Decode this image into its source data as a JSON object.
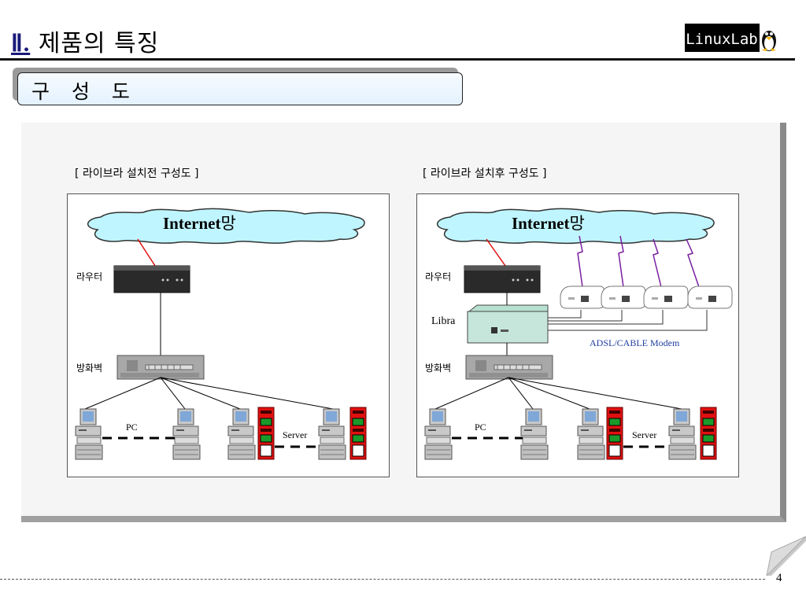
{
  "header": {
    "section_number": "Ⅱ.",
    "title": "제품의 특징",
    "logo_text": "LinuxLab"
  },
  "section_tab": {
    "label": "구 성 도"
  },
  "diagrams": {
    "before": {
      "caption": "[ 라이브라 설치전 구성도 ]",
      "internet": "Internet",
      "internet_suffix": "망",
      "router_label": "라우터",
      "firewall_label": "방화벽",
      "pc_label": "PC",
      "server_label": "Server"
    },
    "after": {
      "caption": "[ 라이브라 설치후 구성도 ]",
      "internet": "Internet",
      "internet_suffix": "망",
      "router_label": "라우터",
      "libra_label": "Libra",
      "modem_label": "ADSL/CABLE Modem",
      "firewall_label": "방화벽",
      "pc_label": "PC",
      "server_label": "Server"
    }
  },
  "colors": {
    "title_rule": "#111111",
    "cloud_fill": "#bff5ff",
    "link_red": "#dd1111",
    "link_purple": "#7a1fa0",
    "server_red": "#e01010",
    "server_green": "#1a9a2a",
    "modem_label": "#1f3fa0"
  },
  "footer": {
    "page_number": "4"
  }
}
